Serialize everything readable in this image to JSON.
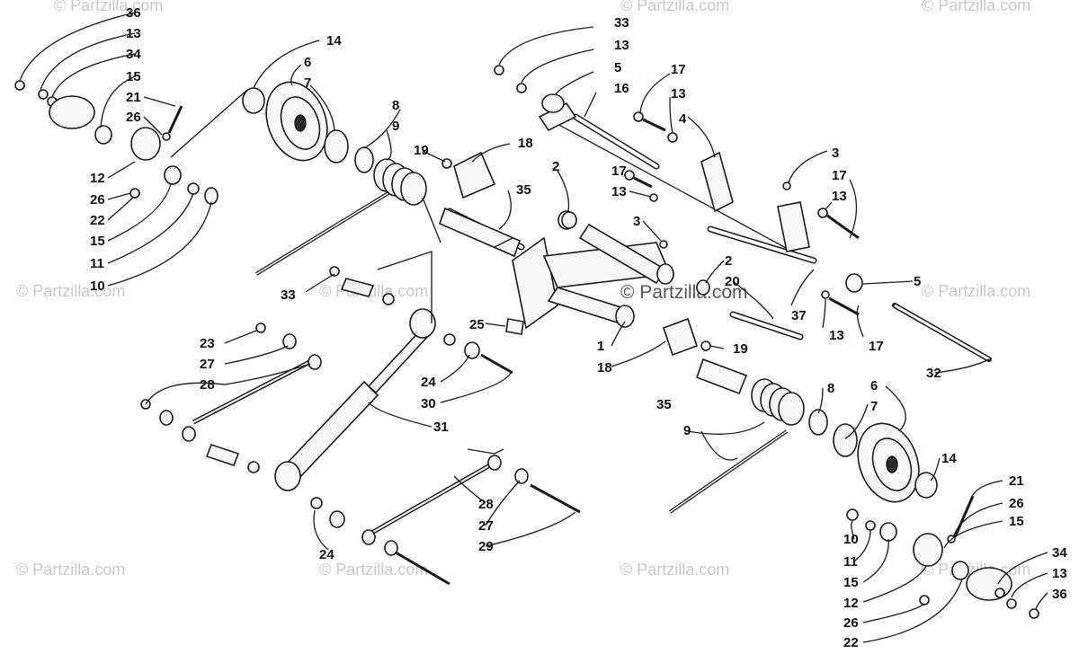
{
  "watermark": "© Partzilla.com",
  "center_watermark": "© Partzilla.com",
  "callouts": {
    "tl_36": "36",
    "tl_13": "13",
    "tl_34": "34",
    "tl_15": "15",
    "tl_21": "21",
    "tl_26": "26",
    "tl_12": "12",
    "tl_26b": "26",
    "tl_22": "22",
    "tl_15b": "15",
    "tl_11": "11",
    "tl_10": "10",
    "c_14": "14",
    "c_6": "6",
    "c_7": "7",
    "c_8": "8",
    "c_9": "9",
    "c_19": "19",
    "c_18": "18",
    "c_2": "2",
    "c_35": "35",
    "c_33": "33",
    "c_13": "13",
    "c_5": "5",
    "c_16": "16",
    "c_17": "17",
    "c_13b": "13",
    "c_4": "4",
    "c_3": "3",
    "c_17b": "17",
    "c_13c": "13",
    "c_17c": "17",
    "c_13d": "13",
    "c_3b": "3",
    "c_2b": "2",
    "c_20": "20",
    "c_5b": "5",
    "c_37": "37",
    "c_13e": "13",
    "c_17d": "17",
    "c_32": "32",
    "l_33": "33",
    "l_25": "25",
    "l_23": "23",
    "l_27": "27",
    "l_28": "28",
    "l_24": "24",
    "l_30": "30",
    "l_31": "31",
    "l_1": "1",
    "l_18": "18",
    "l_19": "19",
    "r_8": "8",
    "r_6": "6",
    "r_7": "7",
    "r_35": "35",
    "r_9": "9",
    "r_14": "14",
    "b_28": "28",
    "b_27": "27",
    "b_29": "29",
    "b_24": "24",
    "br_21": "21",
    "br_26": "26",
    "br_15": "15",
    "br_10": "10",
    "br_11": "11",
    "br_15b": "15",
    "br_12": "12",
    "br_26b": "26",
    "br_22": "22",
    "br_34": "34",
    "br_13": "13",
    "br_36": "36"
  }
}
